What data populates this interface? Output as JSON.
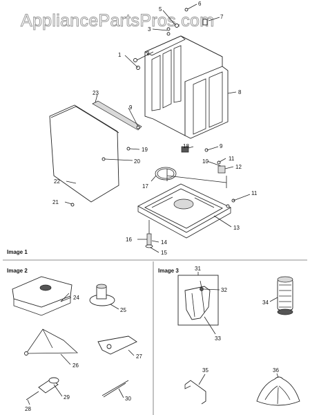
{
  "watermark": "AppliancePartsPros.com",
  "image_labels": [
    "Image 1",
    "Image 2",
    "Image 3"
  ],
  "callouts": {
    "c1": "1",
    "c2": "2",
    "c3": "3",
    "c5": "5",
    "c6": "6",
    "c7": "7",
    "c8": "8",
    "c9a": "9",
    "c9b": "9",
    "c10": "10",
    "c11a": "11",
    "c11b": "11",
    "c12": "12",
    "c13": "13",
    "c14": "14",
    "c15": "15",
    "c16": "16",
    "c17": "17",
    "c18": "18",
    "c19": "19",
    "c20": "20",
    "c21": "21",
    "c22": "22",
    "c23": "23",
    "c24": "24",
    "c25": "25",
    "c26": "26",
    "c27": "27",
    "c28": "28",
    "c29": "29",
    "c30": "30",
    "c31": "31",
    "c32": "32",
    "c33": "33",
    "c34": "34",
    "c35": "35",
    "c36": "36"
  }
}
